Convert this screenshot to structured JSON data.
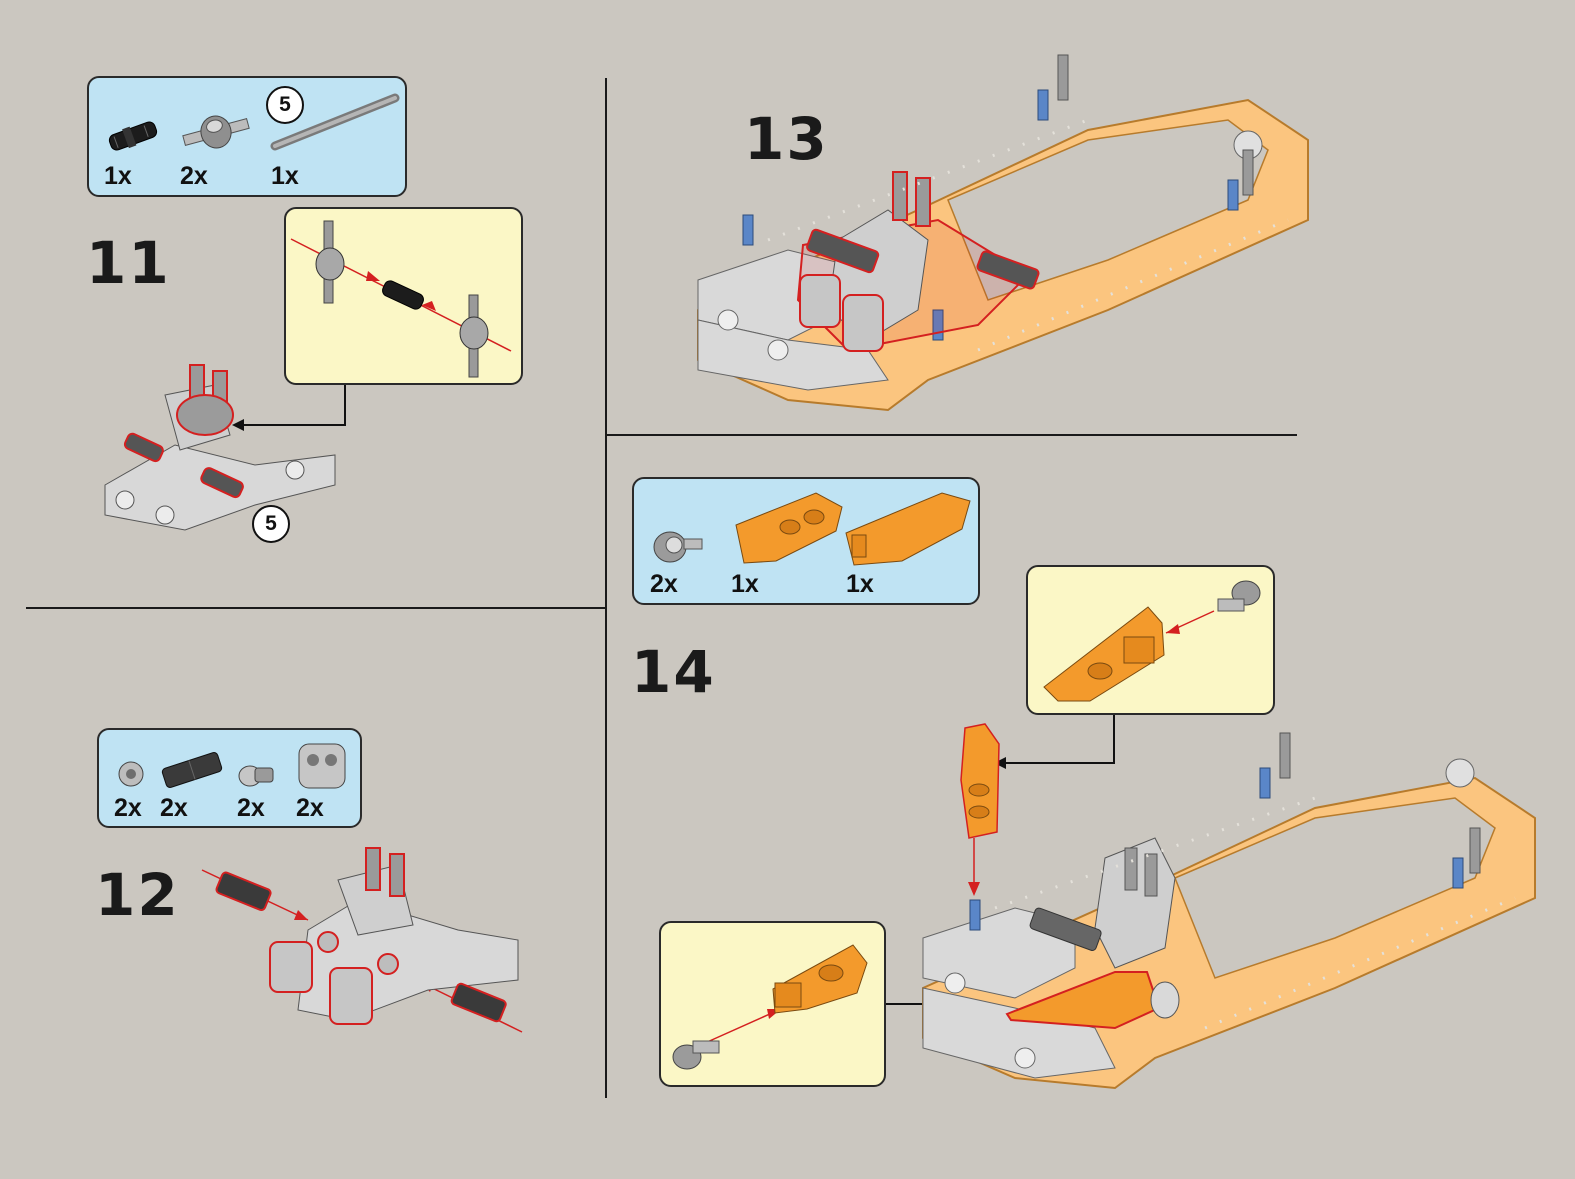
{
  "steps": {
    "s11": {
      "number": "11",
      "callout_badge": "5",
      "parts": [
        {
          "icon": "black-connector-peg-icon",
          "qty": "1x"
        },
        {
          "icon": "cross-block-icon",
          "qty": "2x",
          "badge": "5"
        },
        {
          "icon": "axle-icon",
          "qty": "1x"
        }
      ]
    },
    "s12": {
      "number": "12",
      "parts": [
        {
          "icon": "bush-icon",
          "qty": "2x"
        },
        {
          "icon": "dark-axle-connector-icon",
          "qty": "2x"
        },
        {
          "icon": "pin-icon",
          "qty": "2x"
        },
        {
          "icon": "beam-2-icon",
          "qty": "2x"
        }
      ]
    },
    "s13": {
      "number": "13"
    },
    "s14": {
      "number": "14",
      "parts": [
        {
          "icon": "axle-joiner-icon",
          "qty": "2x"
        },
        {
          "icon": "orange-panel-small-icon",
          "qty": "1x"
        },
        {
          "icon": "orange-panel-large-icon",
          "qty": "1x"
        }
      ]
    }
  },
  "colors": {
    "background": "#cbc7c0",
    "parts_box": "#bfe3f3",
    "subassembly_box": "#fbf7c6",
    "orange": "#f39a2c",
    "light_orange": "#fbc57f",
    "highlight_red": "#d42020"
  }
}
